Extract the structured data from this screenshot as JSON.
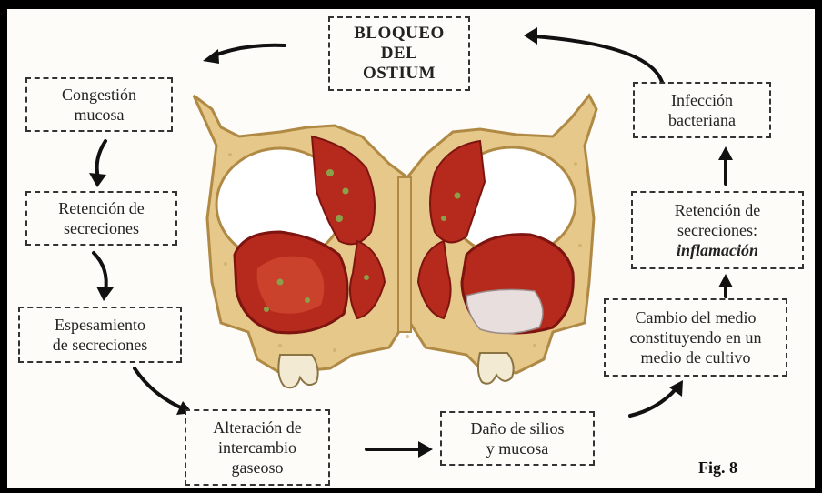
{
  "diagram": {
    "title_box": {
      "lines": [
        "BLOQUEO",
        "DEL",
        "OSTIUM"
      ]
    },
    "steps": {
      "congestion": {
        "lines": [
          "Congestión",
          "mucosa"
        ]
      },
      "retencion": {
        "lines": [
          "Retención de",
          "secreciones"
        ]
      },
      "espesamiento": {
        "lines": [
          "Espesamiento",
          "de secreciones"
        ]
      },
      "alteracion": {
        "lines": [
          "Alteración de",
          "intercambio",
          "gaseoso"
        ]
      },
      "dano": {
        "lines": [
          "Daño de silios",
          "y mucosa"
        ]
      },
      "cambio": {
        "lines": [
          "Cambio del medio",
          "constituyendo en un",
          "medio de cultivo"
        ]
      },
      "retencion_inflamacion": {
        "lines": [
          "Retención de",
          "secreciones:"
        ],
        "emphasis": "inflamación"
      },
      "infeccion": {
        "lines": [
          "Infección",
          "bacteriana"
        ]
      }
    },
    "figure_label": "Fig. 8",
    "colors": {
      "bone": "#e6c98a",
      "bone_outline": "#b08a45",
      "mucosa": "#b52a1c",
      "mucosa_dark": "#7e1410",
      "sinus_air": "#ffffff",
      "nodule": "#8aa14a",
      "arrow": "#111111"
    }
  }
}
